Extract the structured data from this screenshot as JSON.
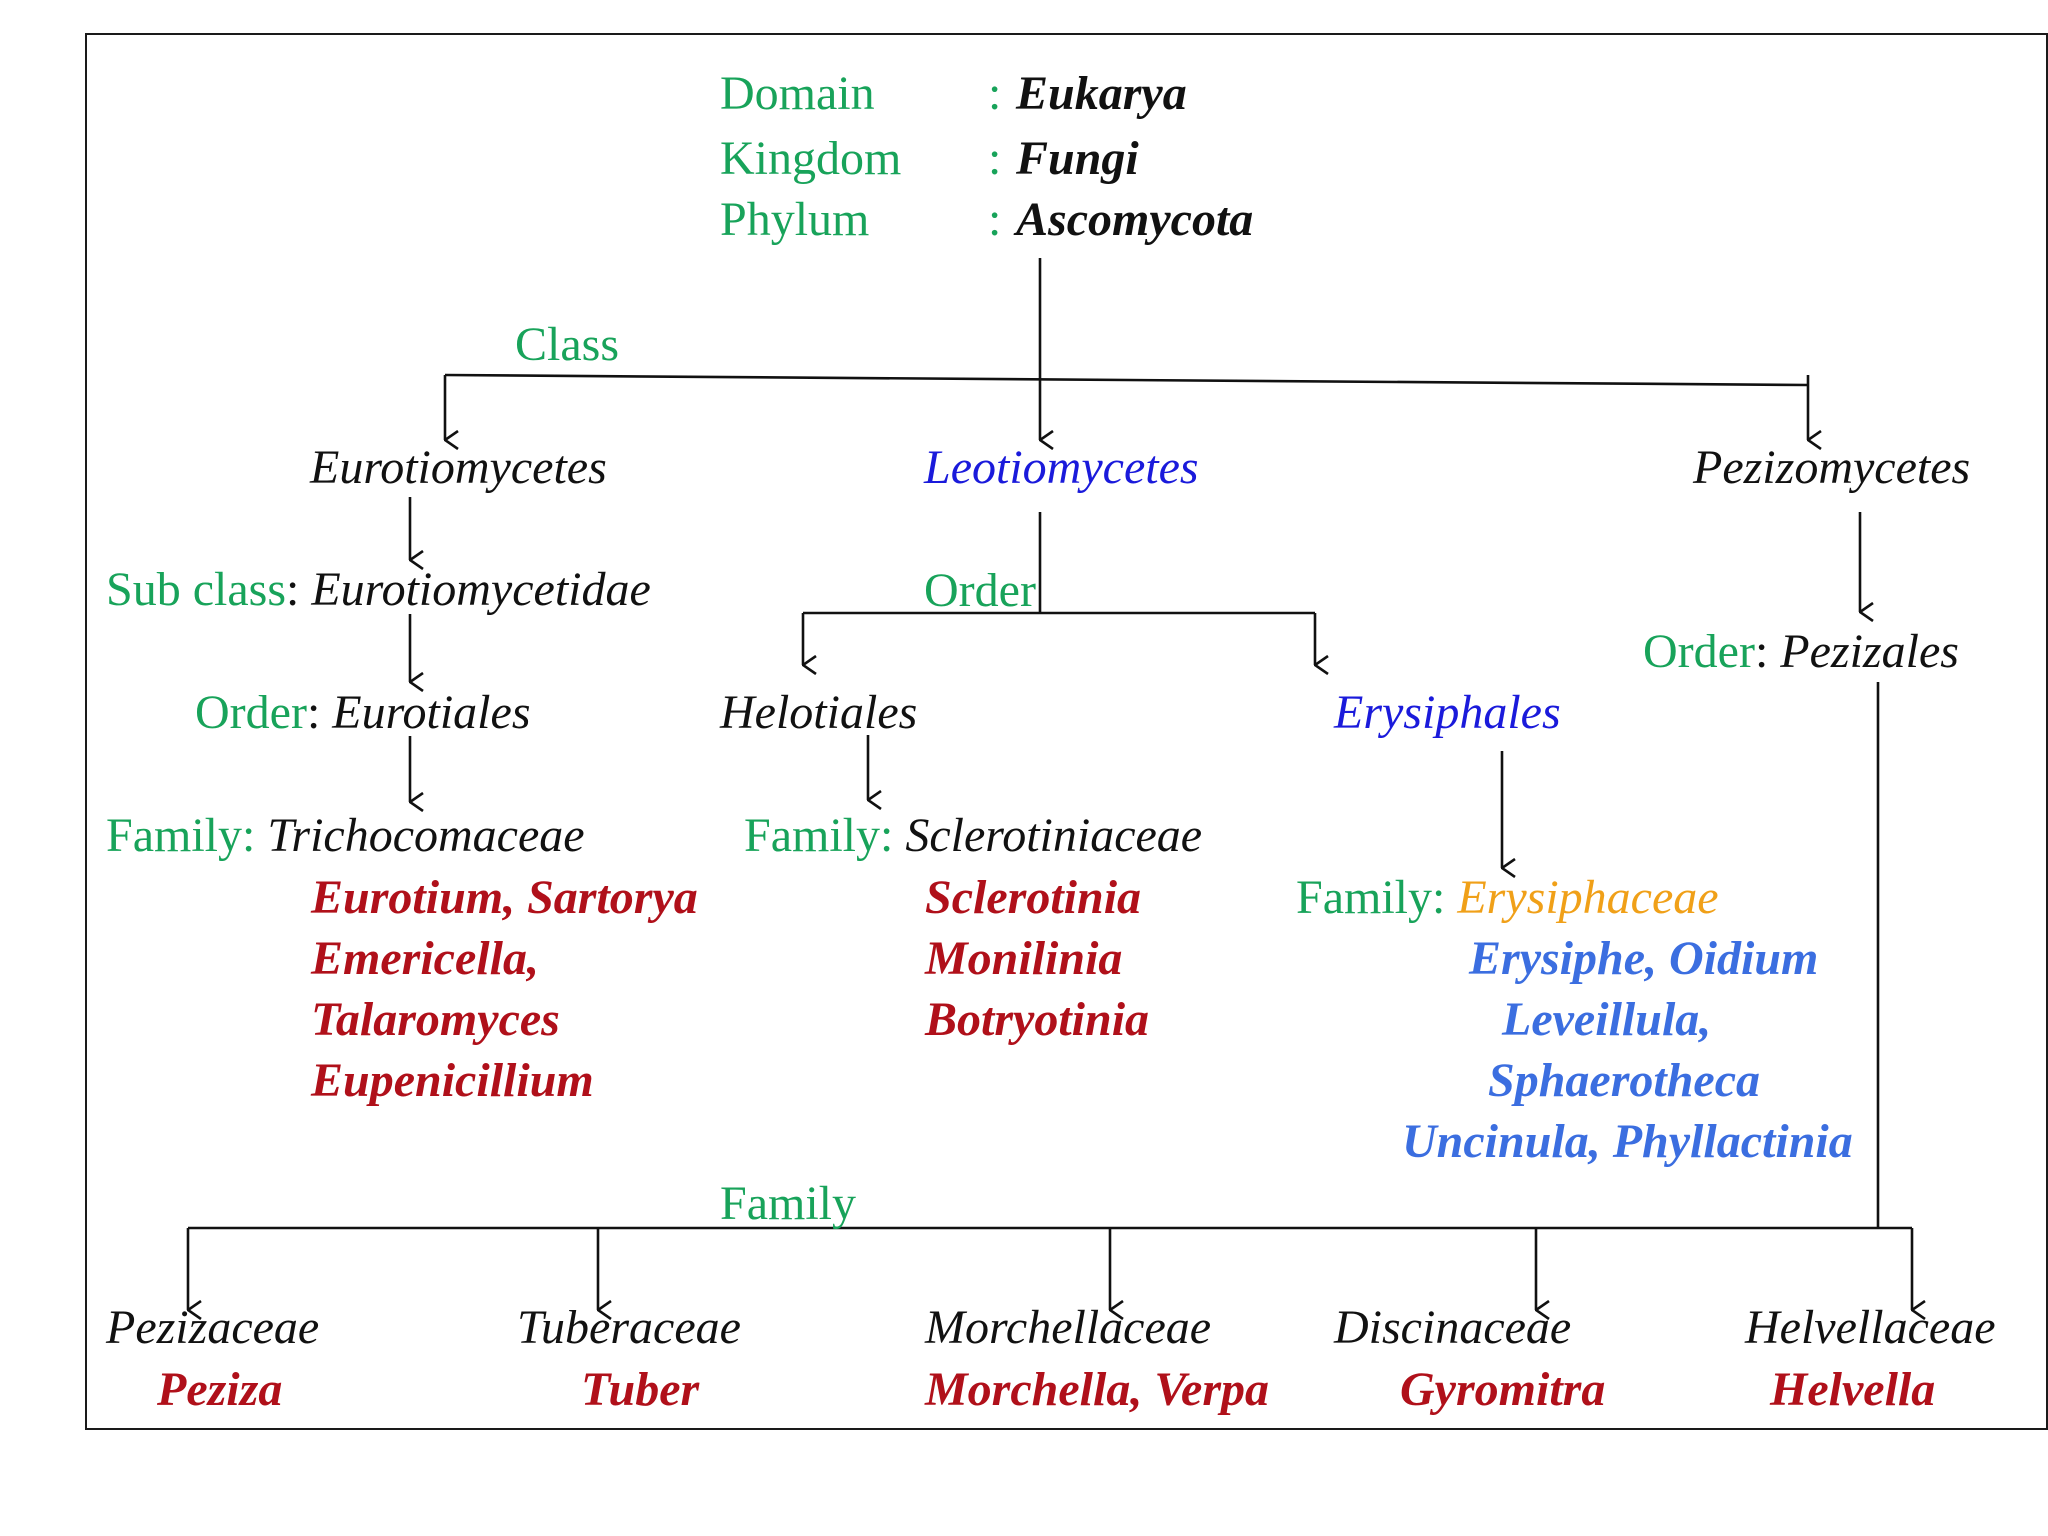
{
  "header": {
    "domain_label": "Domain",
    "domain_value": "Eukarya",
    "kingdom_label": "Kingdom",
    "kingdom_value": "Fungi",
    "phylum_label": "Phylum",
    "phylum_value": "Ascomycota",
    "colon": ":"
  },
  "class_label": "Class",
  "classes": {
    "eurotio": "Eurotiomycetes",
    "leotio": "Leotiomycetes",
    "pezizo": "Pezizomycetes"
  },
  "eurotio_branch": {
    "subclass_label": "Sub class",
    "subclass_value": "Eurotiomycetidae",
    "order_label": "Order",
    "order_value": "Eurotiales",
    "family_label": "Family:",
    "family_value": "Trichocomaceae",
    "genera": [
      "Eurotium, Sartorya",
      "Emericella,",
      "Talaromyces",
      "Eupenicillium"
    ]
  },
  "leotio_branch": {
    "order_label": "Order",
    "order_helo": "Helotiales",
    "order_erysi": "Erysiphales",
    "helo_family_label": "Family:",
    "helo_family_value": "Sclerotiniaceae",
    "helo_genera": [
      "Sclerotinia",
      "Monilinia",
      "Botryotinia"
    ],
    "erysi_family_label": "Family:",
    "erysi_family_value": "Erysiphaceae",
    "erysi_genera": [
      "Erysiphe, Oidium",
      "Leveillula,",
      "Sphaerotheca",
      "Uncinula, Phyllactinia"
    ]
  },
  "pezizo_branch": {
    "order_label": "Order",
    "order_value": "Pezizales",
    "family_label": "Family",
    "families": [
      {
        "name": "Pezizaceae",
        "genera": "Peziza"
      },
      {
        "name": "Tuberaceae",
        "genera": "Tuber"
      },
      {
        "name": "Morchellaceae",
        "genera": "Morchella, Verpa"
      },
      {
        "name": "Discinaceae",
        "genera": "Gyromitra"
      },
      {
        "name": "Helvellaceae",
        "genera": "Helvella"
      }
    ]
  },
  "colors": {
    "rank_label": "#18a35a",
    "genus": "#b0101a",
    "blue_taxon": "#1a1adb",
    "erysiphaceae_genus": "#3b6ee0",
    "erysiphaceae_family": "#f0a018",
    "line": "#111111"
  }
}
